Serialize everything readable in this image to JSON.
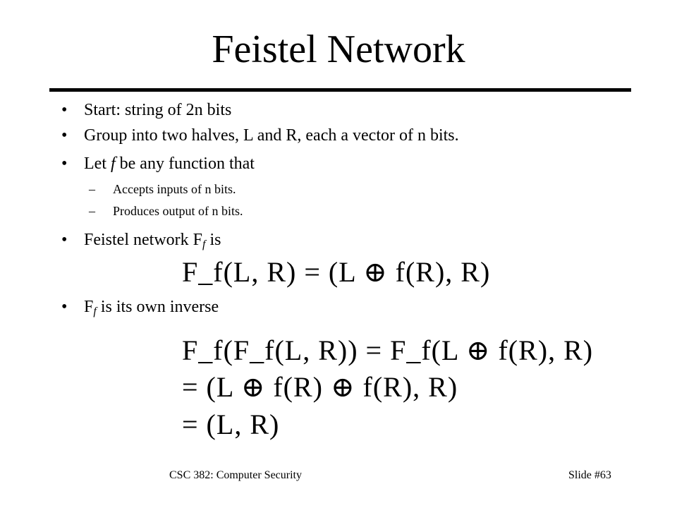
{
  "slide": {
    "title": "Feistel Network",
    "bullets": [
      {
        "text": "Start: string of 2n bits"
      },
      {
        "text": "Group into two halves, L and R, each a vector of n bits."
      },
      {
        "prefix": "Let ",
        "italic": "f",
        "suffix": " be any function that"
      },
      {
        "prefix": "Feistel network F",
        "sub": "f",
        "suffix": " is"
      },
      {
        "prefix": "F",
        "sub": "f",
        "suffix": " is its own inverse"
      }
    ],
    "subbullets": [
      "Accepts inputs of n bits.",
      "Produces output of n bits."
    ],
    "equations": {
      "definition": "F_f(L, R) = (L ⊕ f(R), R)",
      "inverse_line1": "F_f(F_f(L, R)) = F_f(L ⊕ f(R), R)",
      "inverse_line2": "= (L ⊕ f(R) ⊕ f(R), R)",
      "inverse_line3": "= (L, R)"
    },
    "footer": {
      "course": "CSC 382: Computer Security",
      "slide_number": "Slide #63"
    }
  }
}
